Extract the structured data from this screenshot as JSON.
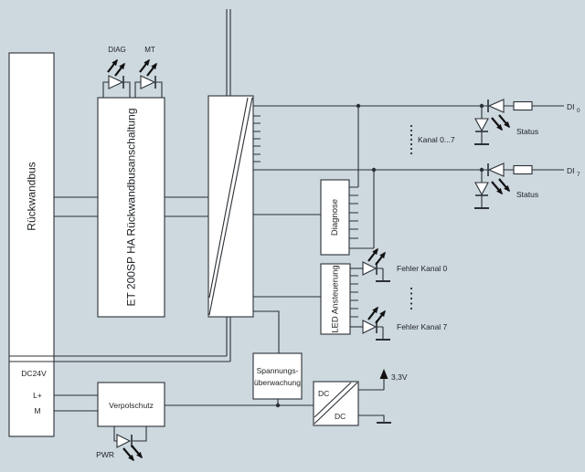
{
  "colors": {
    "background": "#cdd8df",
    "line": "#2b3036",
    "box_fill": "#ffffff",
    "text": "#1d2124",
    "led_black": "#111111"
  },
  "backplane": {
    "bus_label": "Rückwandbus",
    "supply_section": {
      "title": "DC24V",
      "terminal_lplus": "L+",
      "terminal_m": "M"
    }
  },
  "interface": {
    "label": "ET 200SP HA Rückwandbusanschaltung",
    "led_diag": "DIAG",
    "led_mt": "MT"
  },
  "channels": {
    "di0_name": "DI",
    "di0_index": "0",
    "di7_name": "DI",
    "di7_index": "7",
    "range_note": "Kanal 0...7",
    "status0": "Status",
    "status7": "Status"
  },
  "diagnostics": {
    "diagnose_label": "Diagnose",
    "led_control_label": "LED Ansteuerung",
    "error0": "Fehler Kanal 0",
    "error7": "Fehler Kanal 7"
  },
  "power": {
    "verpolschutz": "Verpolschutz",
    "pwr_led": "PWR",
    "monitor_line1": "Spannungs-",
    "monitor_line2": "überwachung",
    "dc_in": "DC",
    "dc_out": "DC",
    "rail": "3,3V"
  }
}
